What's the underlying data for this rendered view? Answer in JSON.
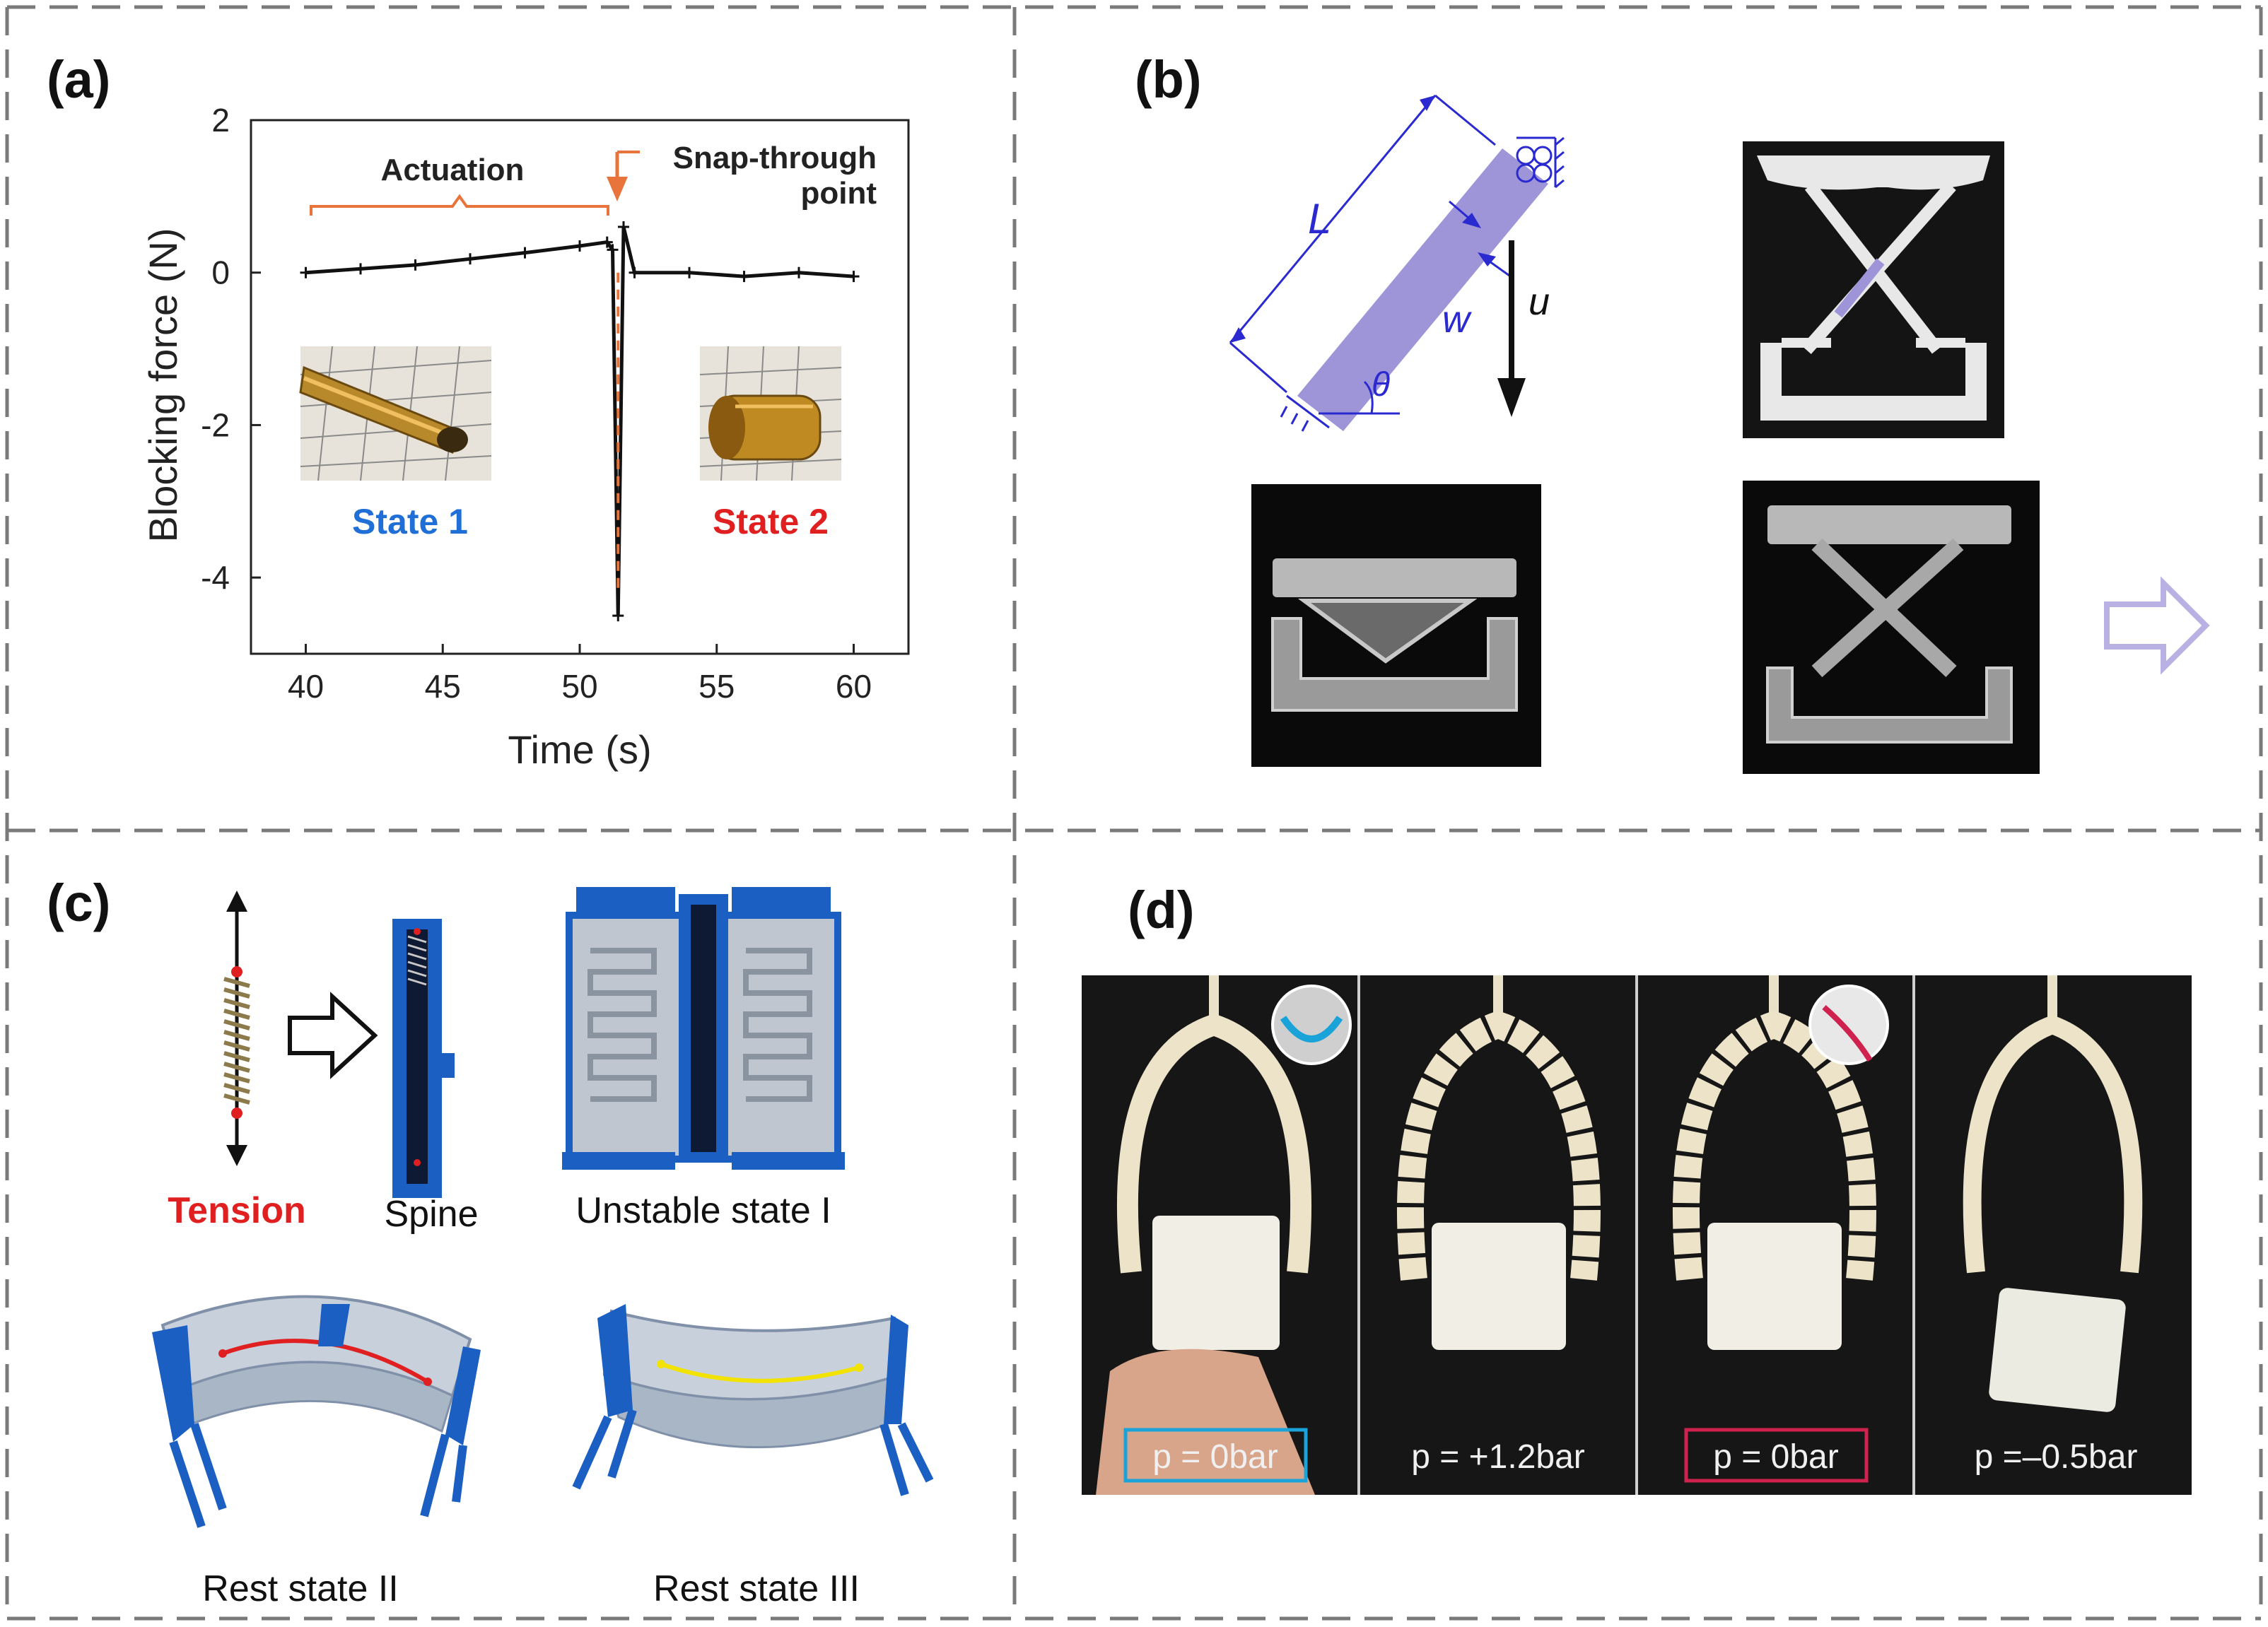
{
  "figure": {
    "panels": {
      "a": {
        "label": "(a)"
      },
      "b": {
        "label": "(b)"
      },
      "c": {
        "label": "(c)"
      },
      "d": {
        "label": "(d)"
      }
    }
  },
  "chart_data": {
    "type": "line",
    "xlabel": "Time (s)",
    "ylabel": "Blocking force (N)",
    "xlim": [
      38,
      62
    ],
    "ylim": [
      -5,
      2
    ],
    "xticks": [
      40,
      45,
      50,
      55,
      60
    ],
    "yticks": [
      2,
      0,
      -2,
      -4
    ],
    "series": [
      {
        "x": [
          40,
          42,
          44,
          46,
          48,
          50,
          51,
          51.2,
          51.4,
          51.6,
          52,
          54,
          56,
          58,
          60
        ],
        "y": [
          0,
          0.05,
          0.1,
          0.18,
          0.26,
          0.35,
          0.4,
          0.3,
          -4.5,
          0.6,
          0.0,
          0.0,
          -0.05,
          0.0,
          -0.05
        ]
      }
    ],
    "annotations": {
      "actuation": "Actuation",
      "snap_through": [
        "Snap-through",
        "point"
      ],
      "state1": "State 1",
      "state2": "State 2"
    },
    "colors": {
      "orange": "#e8743b",
      "state1": "#1f6fd6",
      "state2": "#e02020"
    }
  },
  "panel_b": {
    "beam_labels": {
      "L": "L",
      "w": "w",
      "theta": "θ",
      "u": "u"
    },
    "beam_color": "#9e95d9"
  },
  "panel_c": {
    "tension": "Tension",
    "spine": "Spine",
    "unstable": "Unstable state I",
    "rest2": "Rest state II",
    "rest3": "Rest state III",
    "colors": {
      "blue": "#1b5fc2",
      "red": "#e02020",
      "yellow": "#f2e200"
    }
  },
  "panel_d": {
    "frames": [
      {
        "label": "p = 0bar",
        "border": "#1aa3d9"
      },
      {
        "label": "p = +1.2bar",
        "border": ""
      },
      {
        "label": "p = 0bar",
        "border": "#d0224f"
      },
      {
        "label": "p =–0.5bar",
        "border": ""
      }
    ]
  }
}
